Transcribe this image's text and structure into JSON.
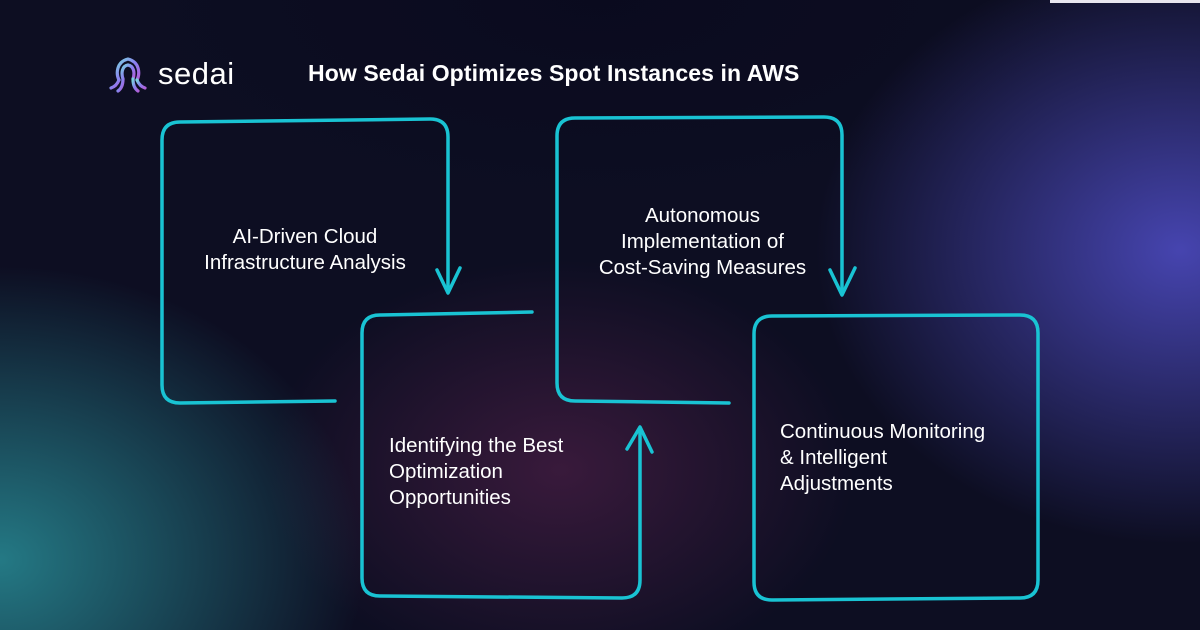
{
  "brand": {
    "name": "sedai",
    "logo_icon": "sedai-octopus-logo-icon",
    "logo_gradient": [
      "#7ad4e0",
      "#8a7ff0",
      "#b05fd8"
    ]
  },
  "title": "How Sedai Optimizes Spot Instances in AWS",
  "colors": {
    "outline": "#19c3d3",
    "text": "#ffffff"
  },
  "steps": [
    {
      "lines": [
        "AI-Driven Cloud",
        "Infrastructure Analysis"
      ]
    },
    {
      "lines": [
        "Identifying the Best",
        "Optimization",
        "Opportunities"
      ]
    },
    {
      "lines": [
        "Autonomous",
        "Implementation of",
        "Cost-Saving Measures"
      ]
    },
    {
      "lines": [
        "Continuous Monitoring",
        "& Intelligent",
        "Adjustments"
      ]
    }
  ]
}
